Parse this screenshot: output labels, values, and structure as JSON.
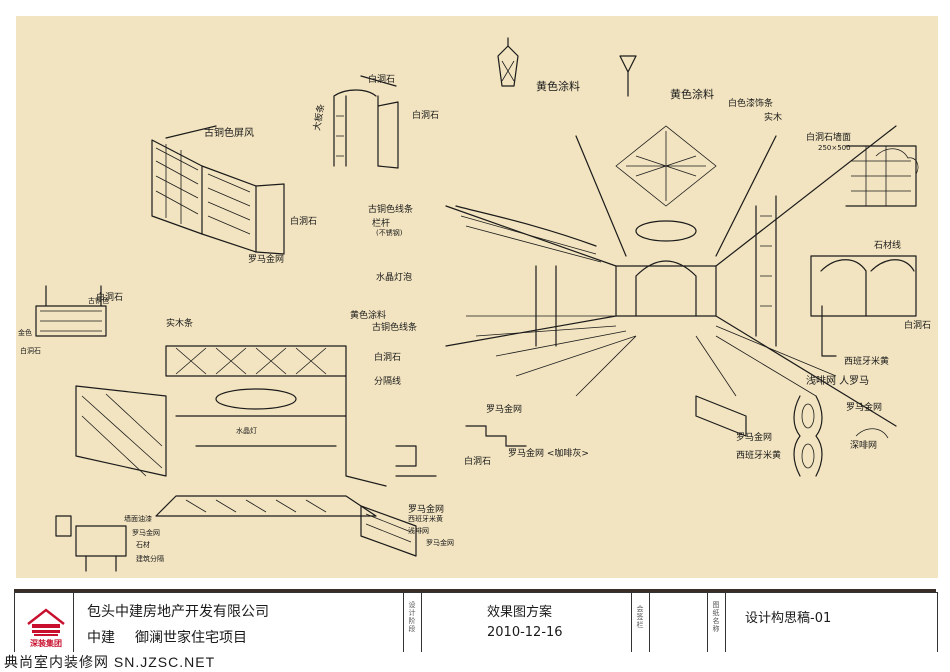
{
  "sheet": {
    "background_color": "#f2e4c0",
    "annotations": [
      {
        "id": "a1",
        "text": "白洞石"
      },
      {
        "id": "a2",
        "text": "白洞石"
      },
      {
        "id": "a3",
        "text": "大板条"
      },
      {
        "id": "a4",
        "text": "古铜色屏风"
      },
      {
        "id": "a5",
        "text": "黄色涂料"
      },
      {
        "id": "a6",
        "text": "黄色涂料"
      },
      {
        "id": "a7",
        "text": "白色漆饰条"
      },
      {
        "id": "a8",
        "text": "实木"
      },
      {
        "id": "a9",
        "text": "白洞石墙面"
      },
      {
        "id": "a10",
        "text": "250×500"
      },
      {
        "id": "a11",
        "text": "古铜色线条"
      },
      {
        "id": "a12",
        "text": "栏杆"
      },
      {
        "id": "a13",
        "text": "(不锈钢)"
      },
      {
        "id": "a14",
        "text": "白洞石"
      },
      {
        "id": "a15",
        "text": "水晶灯泡"
      },
      {
        "id": "a16",
        "text": "罗马金网"
      },
      {
        "id": "a17",
        "text": "石材线"
      },
      {
        "id": "a18",
        "text": "白洞石"
      },
      {
        "id": "a19",
        "text": "西班牙米黄"
      },
      {
        "id": "a20",
        "text": "浅啡网 人罗马"
      },
      {
        "id": "a21",
        "text": "罗马金网"
      },
      {
        "id": "a22",
        "text": "白洞石"
      },
      {
        "id": "a23",
        "text": "黄色涂料"
      },
      {
        "id": "a24",
        "text": "古铜色线条"
      },
      {
        "id": "a25",
        "text": "白洞石"
      },
      {
        "id": "a26",
        "text": "实木条"
      },
      {
        "id": "a27",
        "text": "分隔线"
      },
      {
        "id": "a28",
        "text": "罗马金网"
      },
      {
        "id": "a29",
        "text": "白洞石"
      },
      {
        "id": "a30",
        "text": "罗马金网 <咖啡灰>"
      },
      {
        "id": "a31",
        "text": "罗马金网"
      },
      {
        "id": "a32",
        "text": "西班牙米黄"
      },
      {
        "id": "a33",
        "text": "罗马金网"
      },
      {
        "id": "a34",
        "text": "深啡网"
      },
      {
        "id": "a35",
        "text": "水晶灯"
      },
      {
        "id": "a36",
        "text": "墙面油漆"
      },
      {
        "id": "a37",
        "text": "罗马金网"
      },
      {
        "id": "a38",
        "text": "西班牙米黄"
      },
      {
        "id": "a39",
        "text": "浅啡网"
      },
      {
        "id": "a40",
        "text": "建筑分隔"
      },
      {
        "id": "a41",
        "text": "石材"
      },
      {
        "id": "a42",
        "text": "罗马金网"
      },
      {
        "id": "a43",
        "text": "白洞石"
      },
      {
        "id": "a44",
        "text": "古铜色"
      },
      {
        "id": "a45",
        "text": "金色"
      }
    ]
  },
  "title_block": {
    "company_name": "包头中建房地产开发有限公司",
    "project_prefix": "中建",
    "project_name": "御澜世家住宅项目",
    "design_stage_label": "设计阶段",
    "stage": "效果图方案",
    "date": "2010-12-16",
    "countersign_label": "会签栏",
    "drawing_name_label": "图纸名称",
    "drawing_name": "设计构思稿-01",
    "logo_text": "深装集团",
    "logo_color": "#c8102e"
  },
  "watermark": {
    "text": "典尚室内装修网 SN.JZSC.NET"
  }
}
